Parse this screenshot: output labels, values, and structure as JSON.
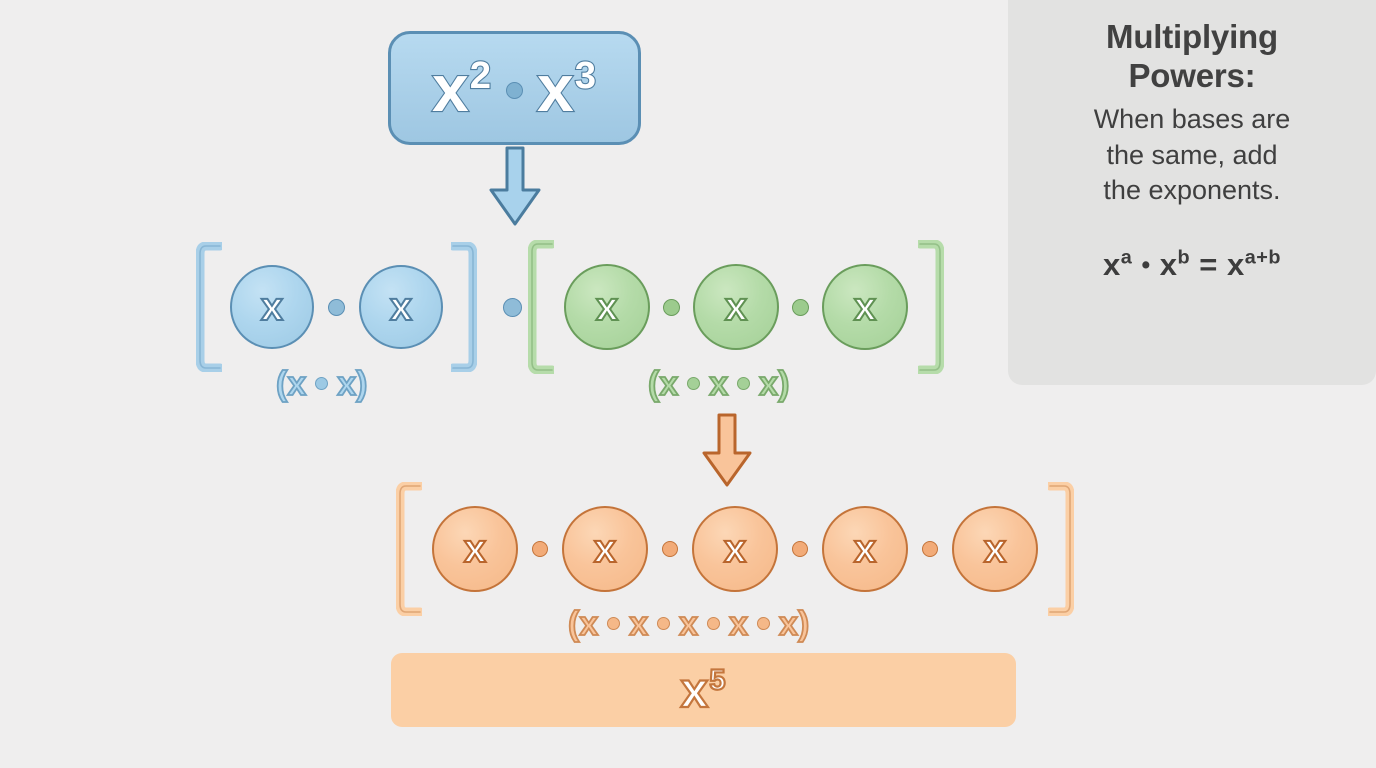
{
  "background_color": "#efeeee",
  "info_panel": {
    "name": "multiplying-powers-info",
    "title_line1": "Multiplying",
    "title_line2": "Powers:",
    "body_line1": "When bases are",
    "body_line2": "the same, add",
    "body_line3": "the exponents.",
    "formula": {
      "base1": "x",
      "exp1": "a",
      "operator": "•",
      "base2": "x",
      "exp2": "b",
      "equals": "=",
      "base3": "x",
      "exp3": "a+b"
    },
    "background_color": "#e2e2e1",
    "text_color": "#414141"
  },
  "top_expression": {
    "name": "starting-expression",
    "base1": "x",
    "exp1": "2",
    "operator_icon": "multiplication-dot",
    "base2": "x",
    "exp2": "3",
    "fill_color": "#aed6ee",
    "border_color": "#5b8fb4",
    "text_color": "#ffffff"
  },
  "arrow_expand": {
    "name": "expand-arrow",
    "direction": "down",
    "fill_color": "#a8d2ec",
    "stroke_color": "#4b7c9e"
  },
  "arrow_combine": {
    "name": "combine-arrow",
    "direction": "down",
    "fill_color": "#f9c49a",
    "stroke_color": "#b9652c"
  },
  "expansion_row": {
    "blue_group": {
      "name": "x-squared-expansion",
      "bracket_open": "[",
      "bracket_close": "]",
      "factor_count": 2,
      "factors": [
        "x",
        "x"
      ],
      "caption": {
        "open_paren": "(",
        "factors": [
          "x",
          "x"
        ],
        "close_paren": ")"
      },
      "fill_color": "#aed6ee",
      "border_color": "#5b8fb4"
    },
    "between_operator": {
      "name": "groups-multiplication-dot",
      "symbol": "•",
      "color": "#8fbcd8"
    },
    "green_group": {
      "name": "x-cubed-expansion",
      "bracket_open": "[",
      "bracket_close": "]",
      "factor_count": 3,
      "factors": [
        "x",
        "x",
        "x"
      ],
      "caption": {
        "open_paren": "(",
        "factors": [
          "x",
          "x",
          "x"
        ],
        "close_paren": ")"
      },
      "fill_color": "#b4dba8",
      "border_color": "#6a9d5c"
    }
  },
  "combined_row": {
    "name": "combined-expansion",
    "bracket_open": "[",
    "bracket_close": "]",
    "factor_count": 5,
    "factors": [
      "x",
      "x",
      "x",
      "x",
      "x"
    ],
    "caption": {
      "open_paren": "(",
      "factors": [
        "x",
        "x",
        "x",
        "x",
        "x"
      ],
      "close_paren": ")"
    },
    "fill_color": "#f9c49a",
    "border_color": "#c4743a"
  },
  "result": {
    "name": "final-result",
    "base": "x",
    "exponent": "5",
    "fill_color": "#fbcfa5",
    "text_color": "#ffffff",
    "outline_color": "#c4763d"
  }
}
